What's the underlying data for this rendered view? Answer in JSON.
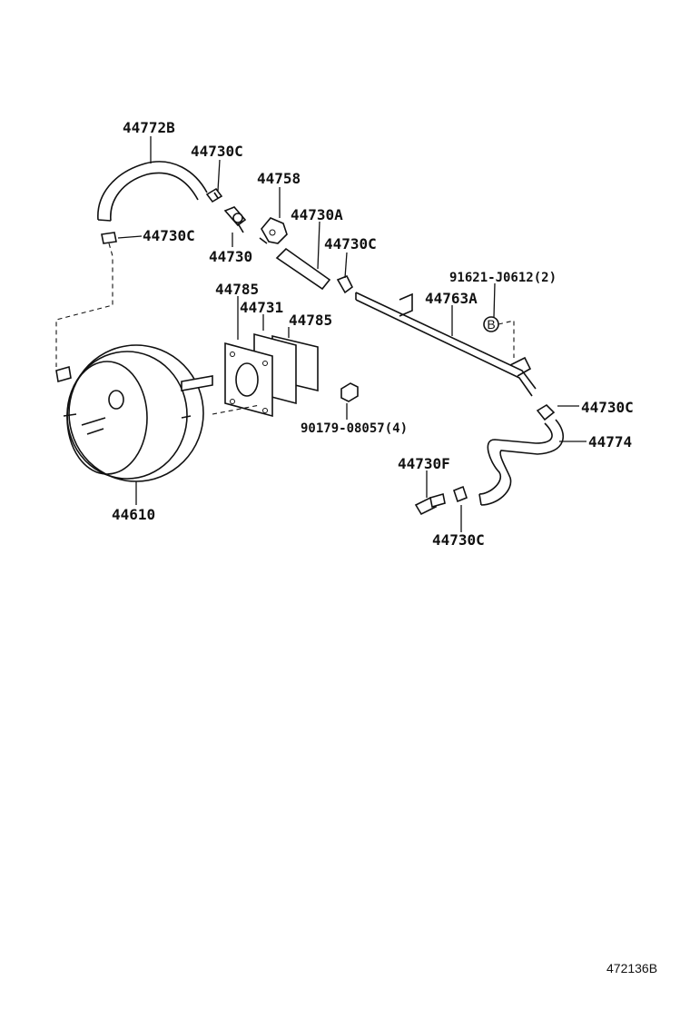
{
  "labels": {
    "p44772B": "44772B",
    "p44730C_top": "44730C",
    "p44758": "44758",
    "p44730A": "44730A",
    "p44730C_left": "44730C",
    "p44730": "44730",
    "p44730C_mid": "44730C",
    "p91621": "91621-J0612(2)",
    "p44763A": "44763A",
    "p44785_a": "44785",
    "p44731": "44731",
    "p44785_b": "44785",
    "p44730C_right": "44730C",
    "p90179": "90179-08057(4)",
    "p44774": "44774",
    "p44730F": "44730F",
    "p44610": "44610",
    "p44730C_bottom": "44730C",
    "callout_B": "B"
  },
  "figure_ref": "472136B"
}
